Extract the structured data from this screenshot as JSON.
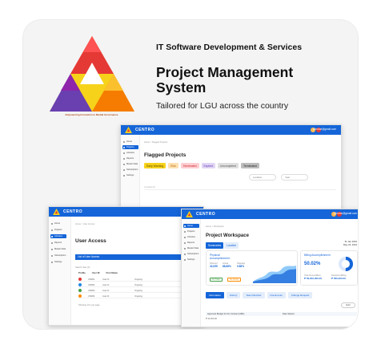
{
  "header": {
    "company": "IT Software Development & Services",
    "title": "Project Management System",
    "subtitle": "Tailored for LGU across the country",
    "logo_caption": "Empowering Innovation in Medial Governance"
  },
  "colors": {
    "brand_blue": "#1565d8",
    "logo_red": "#e53935",
    "logo_yellow": "#f7d21a",
    "logo_purple": "#6a3fb0"
  },
  "app": {
    "brand": "CENTRO",
    "user_label": "johndoe@gmail.com",
    "sidebar": [
      "Home",
      "Projects",
      "Libraries",
      "Reports",
      "Master Data",
      "Subscription",
      "Settings"
    ]
  },
  "flagged": {
    "breadcrumb": "Home > Flagged Projects",
    "title": "Flagged Projects",
    "chips": [
      {
        "label": "Early Warning",
        "bg": "#f7d21a",
        "fg": "#5a4800"
      },
      {
        "label": "Risk",
        "bg": "#ffe0b2",
        "fg": "#b26a00"
      },
      {
        "label": "Terminated",
        "bg": "#ffcdd2",
        "fg": "#c62828"
      },
      {
        "label": "Expired",
        "bg": "#e1d5f5",
        "fg": "#5e35b1"
      },
      {
        "label": "Uncompleted",
        "bg": "#e0e0e0",
        "fg": "#555555"
      },
      {
        "label": "Terminated",
        "bg": "#bdbdbd",
        "fg": "#222222"
      }
    ],
    "filter_labels": [
      "Location",
      "Year"
    ],
    "summary": "4 results (3)"
  },
  "user_access": {
    "breadcrumb": "Home > User Access",
    "title": "User Access",
    "table_title": "List of User Access",
    "search": "Search User (3)",
    "columns": [
      "Profile",
      "User ID",
      "First Name"
    ],
    "rows": [
      {
        "id": "USR01",
        "name": "Juan D.",
        "status": "Ongoing",
        "color": "#e53935"
      },
      {
        "id": "USR02",
        "name": "Juan D.",
        "status": "Ongoing",
        "color": "#1e88e5"
      },
      {
        "id": "USR03",
        "name": "Juan D.",
        "status": "Ongoing",
        "color": "#43a047"
      },
      {
        "id": "USR04",
        "name": "Juan D.",
        "status": "Ongoing",
        "color": "#fb8c00"
      }
    ],
    "footer": "Showing 10 ▾  per page"
  },
  "workspace": {
    "breadcrumb": "Home > Workspace",
    "title": "Project Workspace",
    "date": "31 Jan 2024",
    "date_sub": "May 23, 2024",
    "tabs": [
      "Summaries",
      "Location"
    ],
    "physical_label": "Physical Accomplishment",
    "stats": [
      {
        "label": "Planned",
        "value": "32,055"
      },
      {
        "label": "Actual",
        "value": "88,88%"
      },
      {
        "label": "Slippage",
        "value": "0.88%"
      }
    ],
    "btn_on_track": "On Track",
    "btn_no_activity": "No Activity",
    "financial_label": "Billing Accomplishment",
    "financial_pct": "50.02%",
    "contract": {
      "label": "Total Amount Billed",
      "value": "₱ 56,202,000.00"
    },
    "remaining": {
      "label": "Remaining Billing",
      "value": "₱ 560,000.00"
    },
    "detail_tabs": [
      "Information",
      "History",
      "Team Member",
      "Documents",
      "Change Request"
    ],
    "edit": "Edit",
    "info_cols": [
      "Approved Budget for the Contract (ABC)",
      "Date Started"
    ],
    "info_row": "₱ 43,000.00"
  }
}
